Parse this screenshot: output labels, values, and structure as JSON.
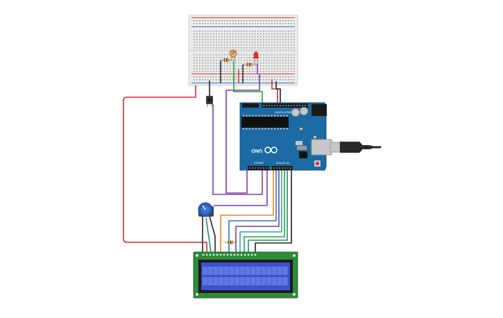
{
  "arduino": {
    "brand_label": "UNO",
    "header_digital": "DIGITAL (PWM~)",
    "header_power": "POWER",
    "header_analog": "ANALOG IN",
    "board_color": "#1c6aa3"
  },
  "lcd": {
    "columns": 16,
    "rows": 2,
    "pcb_color": "#2e8b3a",
    "screen_color": "#3b52c9",
    "cell_color": "#5f78e6"
  },
  "breadboard": {
    "rail_red": "#d23a3a",
    "rail_blue": "#3a6ad2"
  },
  "wires": {
    "red": "#d22d2d",
    "black": "#222222",
    "green": "#1fa33a",
    "purple": "#7a3aa8",
    "orange": "#e08a1e",
    "blue": "#2f6fd8",
    "cyan": "#26a9b8",
    "teal": "#1f8f6e"
  },
  "components": {
    "led_color": "#e53030",
    "photoresistor_color": "#e6b470",
    "pot_color": "#2a5ec0",
    "usb_cable_color": "#2a2a2a"
  }
}
